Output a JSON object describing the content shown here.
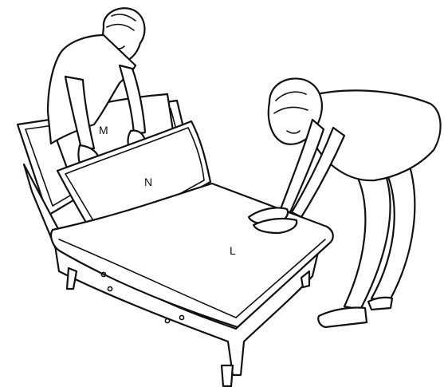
{
  "diagram": {
    "labels": {
      "backrest": "M",
      "cushion": "N",
      "seat": "L"
    }
  }
}
